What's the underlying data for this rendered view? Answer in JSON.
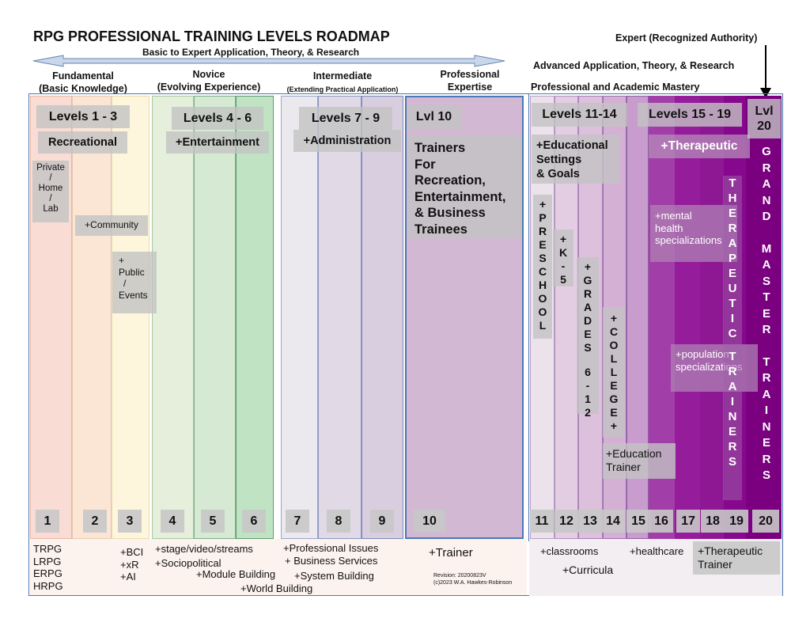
{
  "title": "RPG PROFESSIONAL TRAINING LEVELS ROADMAP",
  "arrow_label": "Basic to Expert Application, Theory, & Research",
  "expert_label": "Expert (Recognized Authority)",
  "advanced_label": "Advanced Application, Theory, & Research",
  "mastery_label": "Professional and Academic Mastery",
  "stages": {
    "fundamental": [
      "Fundamental",
      "(Basic Knowledge)"
    ],
    "novice": [
      "Novice",
      "(Evolving Experience)"
    ],
    "intermediate": [
      "Intermediate",
      "(Extending Practical Application)"
    ],
    "professional": [
      "Professional",
      "Expertise"
    ]
  },
  "groups": {
    "g1": {
      "head": "Levels 1 - 3",
      "sub": "Recreational"
    },
    "g2": {
      "head": "Levels 4 - 6",
      "sub": "+Entertainment"
    },
    "g3": {
      "head": "Levels 7 - 9",
      "sub": "+Administration"
    },
    "g4": {
      "head": "Lvl 10",
      "lines": [
        "Trainers",
        "For",
        "Recreation,",
        "Entertainment,",
        "& Business",
        "Trainees"
      ]
    },
    "g5": {
      "head": "Levels 11-14",
      "lines": [
        "+Educational",
        "Settings",
        "& Goals"
      ]
    },
    "g6": {
      "head": "Levels 15 - 19",
      "sub": "+Therapeutic"
    },
    "g7": {
      "head_lines": [
        "Lvl",
        "20"
      ]
    }
  },
  "notes": {
    "private": [
      "Private",
      "/",
      "Home",
      "/",
      "Lab"
    ],
    "community": "+Community",
    "public": [
      "+",
      "Public",
      "/",
      "Events"
    ],
    "preschool": "+PRESCHOOL",
    "k5": "+K-5",
    "grades": "+GRADES 6-12",
    "college": "+COLLEGE+",
    "education_trainer": [
      "+Education",
      "Trainer"
    ],
    "mental": [
      "+mental",
      "health",
      "specializations"
    ],
    "population": [
      "+population",
      "specializations"
    ],
    "therapeutic_trainers": "THERAPEUTIC TRAINERS",
    "grand_master": [
      "GRAND",
      "MASTER",
      "TRAINERS"
    ]
  },
  "level_numbers": [
    "1",
    "2",
    "3",
    "4",
    "5",
    "6",
    "7",
    "8",
    "9",
    "10",
    "11",
    "12",
    "13",
    "14",
    "15",
    "16",
    "17",
    "18",
    "19",
    "20"
  ],
  "footer": {
    "f1": [
      "TRPG",
      "LRPG",
      "ERPG",
      "HRPG"
    ],
    "f3": [
      "+BCI",
      "+xR",
      "+AI"
    ],
    "f4a": "+stage/video/streams",
    "f4b": "+Sociopolitical",
    "f5": "+Module Building",
    "f6": "+World Building",
    "f7a": "+Professional Issues",
    "f7b": "+ Business Services",
    "f8": "+System Building",
    "f10": "+Trainer",
    "revision": "Revision: 20200823V",
    "copyright": "(c)2023 W.A. Hawkes-Robinson",
    "f11": "+classrooms",
    "f12": "+Curricula",
    "f15": "+healthcare",
    "f19": [
      "+Therapeutic",
      "Trainer"
    ]
  },
  "colors": {
    "c1": "#f9dcd4",
    "c2": "#fbe6d6",
    "c3": "#fdf5dc",
    "c4": "#e5efdc",
    "c5": "#d6ead3",
    "c6": "#bfe3c3",
    "c7": "#ebe8ee",
    "c8": "#e1dae6",
    "c9": "#d9cedf",
    "c10": "#d3b8d3",
    "c11": "#ece2ec",
    "c12": "#e3cde3",
    "c13": "#dcc0dc",
    "c14": "#d4b0d4",
    "c15": "#c89ccc",
    "c16": "#a23ea8",
    "c17": "#951c9b",
    "c18": "#8e1894",
    "c19": "#86088c",
    "c20": "#7a0080",
    "border": "#4a78b8"
  }
}
